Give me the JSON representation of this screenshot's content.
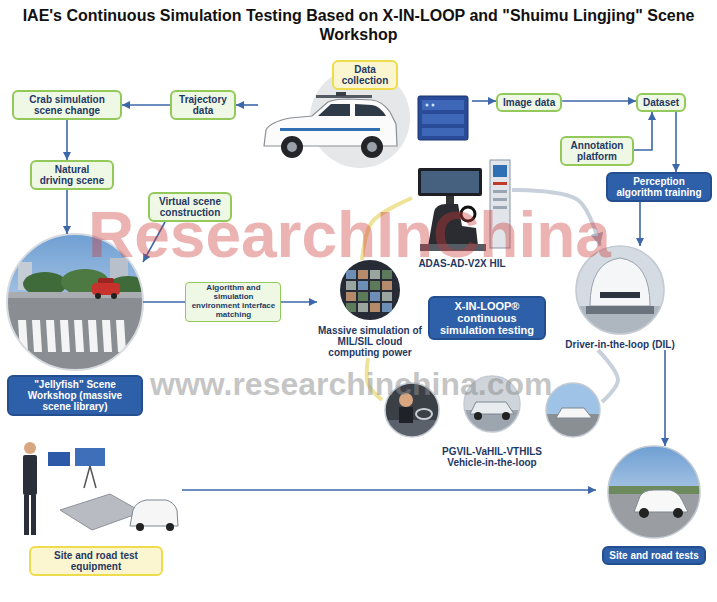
{
  "diagram": {
    "title": "IAE's Continuous Simulation Testing Based on X-IN-LOOP and \"Shuimu Lingjing\" Scene Workshop",
    "nodes": [
      {
        "text": [
          "Data collection"
        ]
      },
      {
        "text": [
          "Trajectory data"
        ]
      },
      {
        "text": [
          "Crab simulation scene change"
        ]
      },
      {
        "text": [
          "Image data"
        ]
      },
      {
        "text": [
          "Dataset"
        ]
      },
      {
        "text": [
          "Annotation platform"
        ]
      },
      {
        "text": [
          "Perception algorithm training"
        ]
      },
      {
        "text": [
          "Natural driving scene"
        ]
      },
      {
        "text": [
          "Virtual scene construction"
        ]
      },
      {
        "text": [
          "ADAS-AD-V2X HIL"
        ]
      },
      {
        "text": [
          "\"Jellyfish\" Scene Workshop (massive scene library)"
        ]
      },
      {
        "text": [
          "Massive simulation of MIL/SIL cloud computing power"
        ]
      },
      {
        "text": [
          "X-IN-LOOP® continuous simulation testing"
        ]
      },
      {
        "text": [
          "Driver-in-the-loop (DIL)"
        ]
      },
      {
        "text": [
          "PGVIL-VaHIL-VTHILS Vehicle-in-the-loop"
        ]
      },
      {
        "text": [
          "Site and road test equipment"
        ]
      },
      {
        "text": [
          "Site and road tests"
        ]
      }
    ],
    "edges": [
      {
        "from": 0,
        "to": 1,
        "arrow": "to"
      },
      {
        "from": 1,
        "to": 2,
        "arrow": "to"
      },
      {
        "from": 0,
        "to": 3,
        "arrow": "to"
      },
      {
        "from": 3,
        "to": 4,
        "arrow": "to"
      },
      {
        "from": 5,
        "to": 4,
        "arrow": "to"
      },
      {
        "from": 4,
        "to": 6,
        "arrow": "to"
      },
      {
        "from": 2,
        "to": 7,
        "arrow": "to"
      },
      {
        "from": 7,
        "to": 10,
        "arrow": "to"
      },
      {
        "from": 8,
        "to": 10,
        "arrow": "to"
      },
      {
        "from": 10,
        "to": 11,
        "label": "Algorithm and simulation environment interface matching",
        "arrow": "to"
      },
      {
        "from": 6,
        "to": 13,
        "arrow": "to"
      },
      {
        "from": 11,
        "to": 9,
        "arrow": "none"
      },
      {
        "from": 9,
        "to": 13,
        "arrow": "to"
      },
      {
        "from": 13,
        "to": 14,
        "arrow": "none"
      },
      {
        "from": 14,
        "to": 11,
        "arrow": "none"
      },
      {
        "from": 13,
        "to": 16,
        "arrow": "to"
      },
      {
        "from": 15,
        "to": 16,
        "arrow": "to"
      }
    ],
    "labels": [
      "ResearchInChina",
      "www.researchinchina.com"
    ]
  }
}
